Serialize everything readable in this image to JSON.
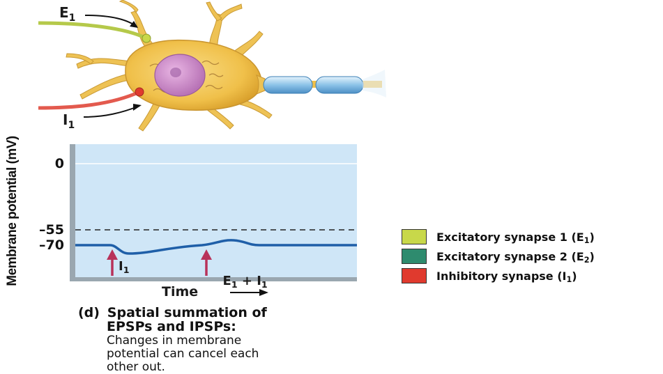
{
  "neuron": {
    "label_e1": "E",
    "label_e1_sub": "1",
    "label_i1": "I",
    "label_i1_sub": "1"
  },
  "graph": {
    "ylabel": "Membrane potential (mV)",
    "ticks": [
      "0",
      "–55",
      "–70"
    ],
    "xlabel": "Time",
    "arrow_label_1": "I",
    "arrow_label_1_sub": "1",
    "arrow_label_2a": "E",
    "arrow_label_2a_sub": "1",
    "arrow_label_2b": " + I",
    "arrow_label_2b_sub": "1"
  },
  "legend": [
    {
      "text": "Excitatory synapse 1 (E",
      "sub": "1",
      "close": ")",
      "color": "#c8d84a"
    },
    {
      "text": "Excitatory synapse 2 (E",
      "sub": "2",
      "close": ")",
      "color": "#2e8b6e"
    },
    {
      "text": "Inhibitory synapse (I",
      "sub": "1",
      "close": ")",
      "color": "#e03a2e"
    }
  ],
  "caption": {
    "part": "(d)",
    "title_line1": "Spatial summation of",
    "title_line2": "EPSPs and IPSPs:",
    "body_line1": "Changes in membrane",
    "body_line2": "potential can cancel each",
    "body_line3": "other out."
  },
  "colors": {
    "plot_bg": "#cfe6f7",
    "trace": "#1f5fa8",
    "arrow": "#b8325a",
    "soma": "#f2c85a",
    "nucleus": "#c98ac9"
  }
}
